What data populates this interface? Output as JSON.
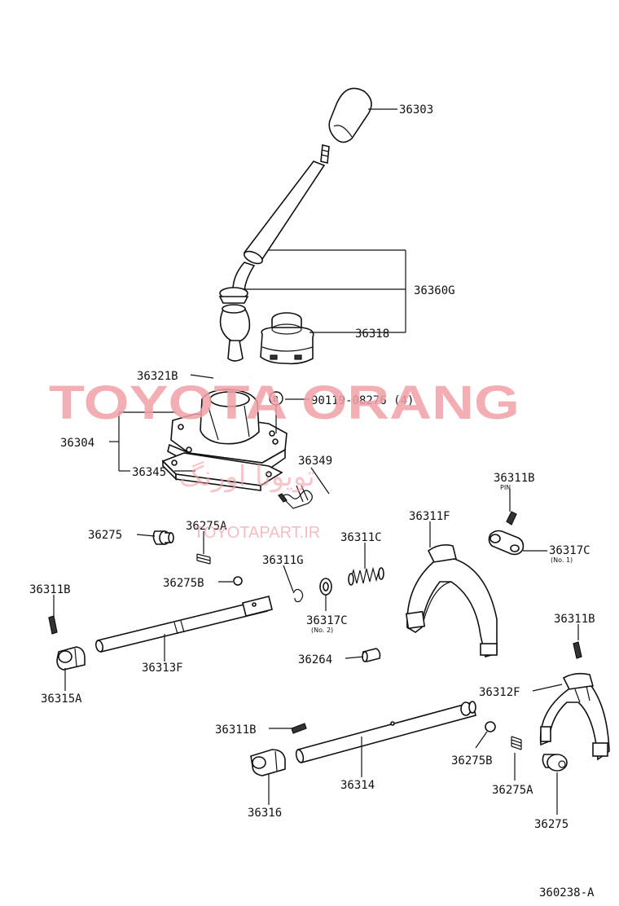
{
  "diagram": {
    "labels": {
      "p36303": "36303",
      "p36360G": "36360G",
      "p36318": "36318",
      "p36321B": "36321B",
      "p90119": "90119-08276 (4)",
      "p36304": "36304",
      "p36345": "36345",
      "p36349": "36349",
      "p36311B_top": "36311B",
      "pin": "PIN",
      "p36275_a": "36275",
      "p36275A_a": "36275A",
      "p36311F": "36311F",
      "p36311C": "36311C",
      "p36317C_no1": "36317C",
      "no1": "(No. 1)",
      "p36311G": "36311G",
      "p36275B_a": "36275B",
      "p36311B_left": "36311B",
      "p36317C_no2": "36317C",
      "no2": "(No. 2)",
      "p36311B_right": "36311B",
      "p36264": "36264",
      "p36313F": "36313F",
      "p36315A": "36315A",
      "p36312F": "36312F",
      "p36311B_mid": "36311B",
      "p36275B_b": "36275B",
      "p36314": "36314",
      "p36316": "36316",
      "p36275A_b": "36275A",
      "p36275_b": "36275",
      "circle_b": "B",
      "figure_id": "360238-A"
    },
    "watermark": {
      "main": "TOYOTA ORANG",
      "arabic": "تويوتا اورنگ",
      "site": "TOYOTAPART.IR"
    },
    "colors": {
      "watermark": "#f2a0a8",
      "line": "#111111"
    }
  }
}
